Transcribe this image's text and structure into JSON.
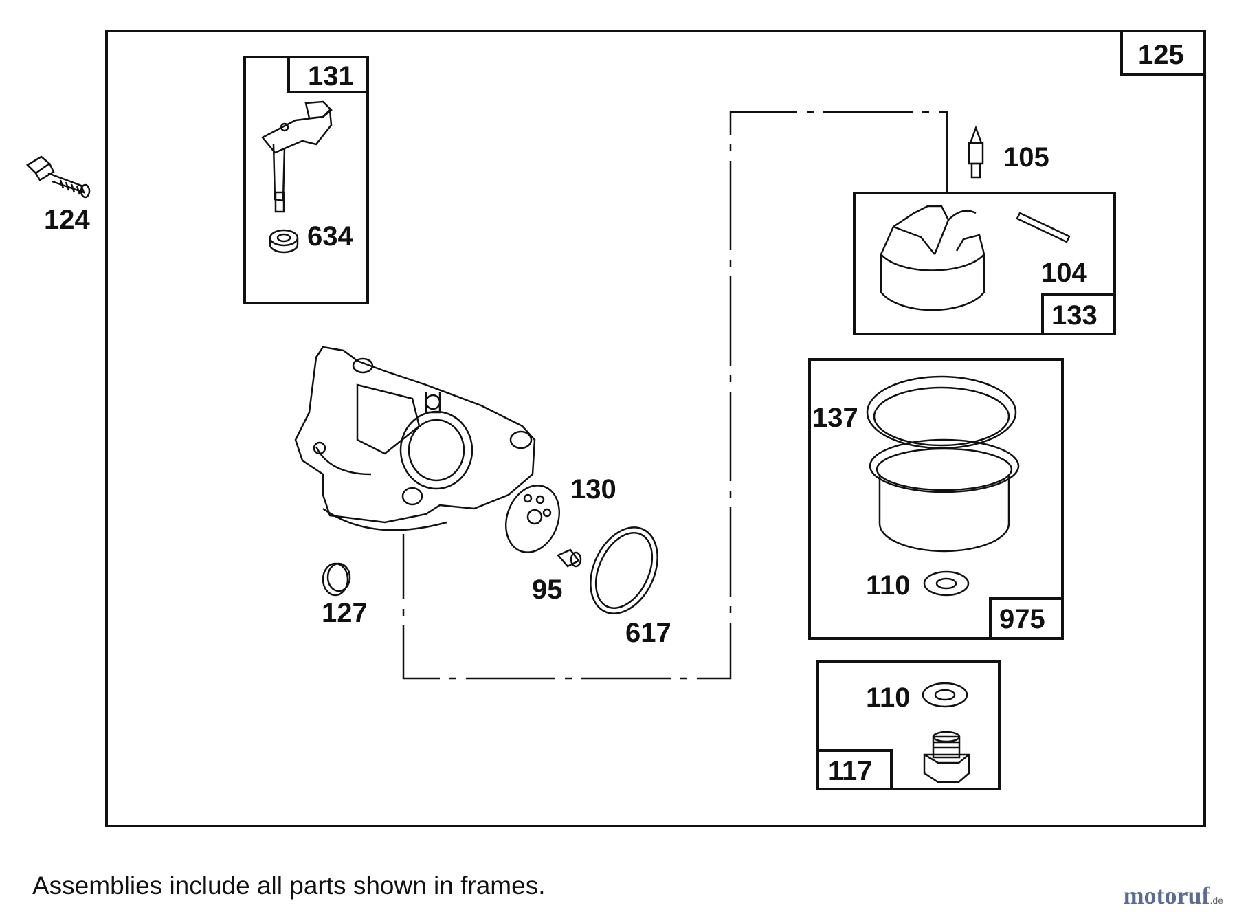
{
  "labels": {
    "l125": "125",
    "l131": "131",
    "l634": "634",
    "l124": "124",
    "l105": "105",
    "l104": "104",
    "l133": "133",
    "l137": "137",
    "l110a": "110",
    "l975": "975",
    "l130": "130",
    "l95": "95",
    "l617": "617",
    "l127": "127",
    "l110b": "110",
    "l117": "117"
  },
  "footer": {
    "note": "Assemblies include all parts shown in frames."
  },
  "watermark": {
    "brand": "motoruf",
    "suffix": ".de"
  },
  "colors": {
    "ink": "#111111",
    "watermark": "#5b6c94"
  }
}
